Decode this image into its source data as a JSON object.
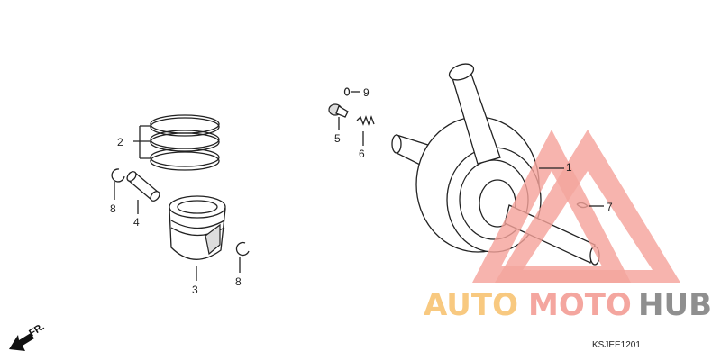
{
  "diagram": {
    "callouts": {
      "c1": "1",
      "c2": "2",
      "c3": "3",
      "c4": "4",
      "c5": "5",
      "c6": "6",
      "c7": "7",
      "c8a": "8",
      "c8b": "8",
      "c9": "9"
    },
    "direction_label": "FR.",
    "diagram_code": "KSJEE1201"
  },
  "watermark": {
    "part1": "AUTO",
    "part2": "MOTO",
    "part3": "HUB",
    "colors": {
      "auto": "#f8c77a",
      "moto": "#f4a29a",
      "hub": "#8a8a8a",
      "triangle": "#f4a29a"
    }
  }
}
